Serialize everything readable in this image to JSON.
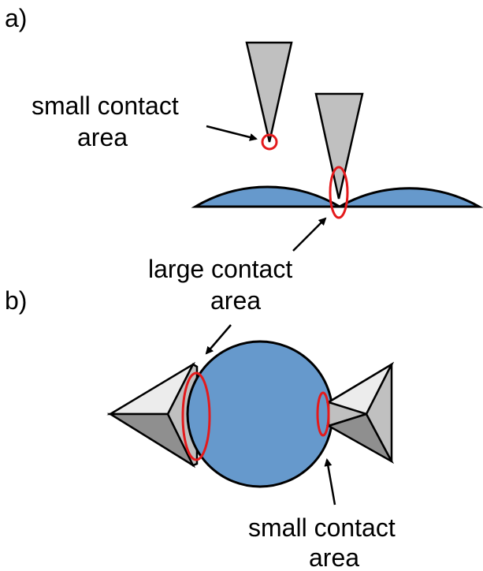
{
  "panels": {
    "a": {
      "label": "a)",
      "top_annotation": {
        "line1": "small contact",
        "line2": "area"
      },
      "bottom_annotation": {
        "line1": "large contact",
        "line2": "area"
      }
    },
    "b": {
      "label": "b)",
      "bottom_annotation": {
        "line1": "small contact",
        "line2": "area"
      }
    }
  },
  "colors": {
    "particle": "#6699cc",
    "tip_gray": "#c0c0c0",
    "tip_light": "#ececec",
    "tip_dark": "#8f8f8f",
    "highlight": "#e41a1c",
    "outline": "#000000"
  }
}
